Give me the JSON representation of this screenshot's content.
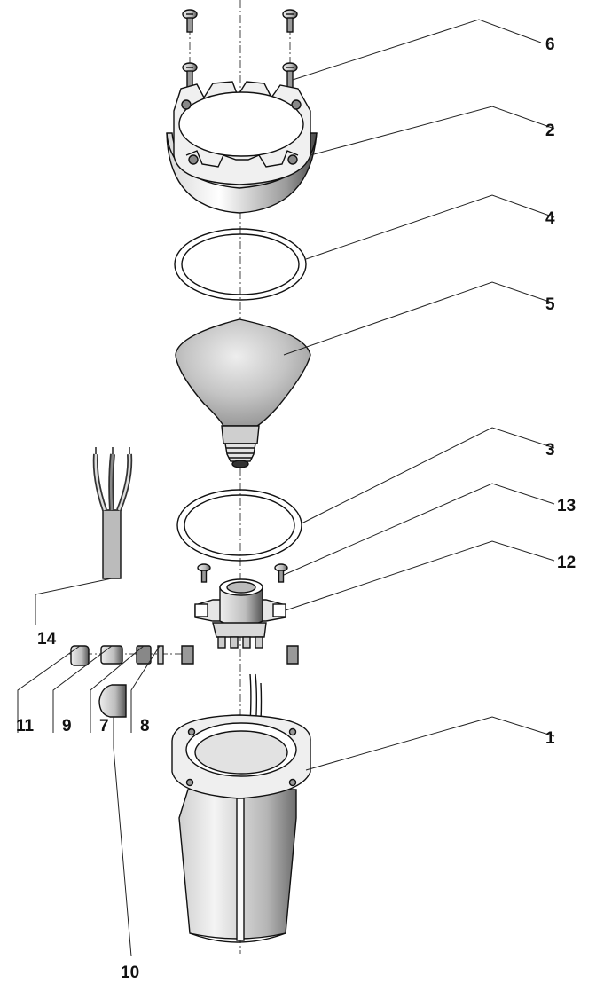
{
  "title": "",
  "callouts": [
    {
      "id": "6",
      "label": "6"
    },
    {
      "id": "2",
      "label": "2"
    },
    {
      "id": "4",
      "label": "4"
    },
    {
      "id": "5",
      "label": "5"
    },
    {
      "id": "3",
      "label": "3"
    },
    {
      "id": "13",
      "label": "13"
    },
    {
      "id": "12",
      "label": "12"
    },
    {
      "id": "14",
      "label": "14"
    },
    {
      "id": "11",
      "label": "11"
    },
    {
      "id": "9",
      "label": "9"
    },
    {
      "id": "7",
      "label": "7"
    },
    {
      "id": "8",
      "label": "8"
    },
    {
      "id": "1",
      "label": "1"
    },
    {
      "id": "10",
      "label": "10"
    }
  ],
  "parts": [
    {
      "ref": "1",
      "icon": "lamp-housing-body"
    },
    {
      "ref": "2",
      "icon": "crown-cover-ring"
    },
    {
      "ref": "3",
      "icon": "gasket-ring-lower"
    },
    {
      "ref": "4",
      "icon": "gasket-ring-upper"
    },
    {
      "ref": "5",
      "icon": "reflector-bulb"
    },
    {
      "ref": "6",
      "icon": "screw"
    },
    {
      "ref": "7",
      "icon": "cable-gland-nut"
    },
    {
      "ref": "8",
      "icon": "washer"
    },
    {
      "ref": "9",
      "icon": "gland-body"
    },
    {
      "ref": "10",
      "icon": "blanking-cap"
    },
    {
      "ref": "11",
      "icon": "gland-cap"
    },
    {
      "ref": "12",
      "icon": "lamp-socket"
    },
    {
      "ref": "13",
      "icon": "socket-screw"
    },
    {
      "ref": "14",
      "icon": "power-cable"
    }
  ]
}
